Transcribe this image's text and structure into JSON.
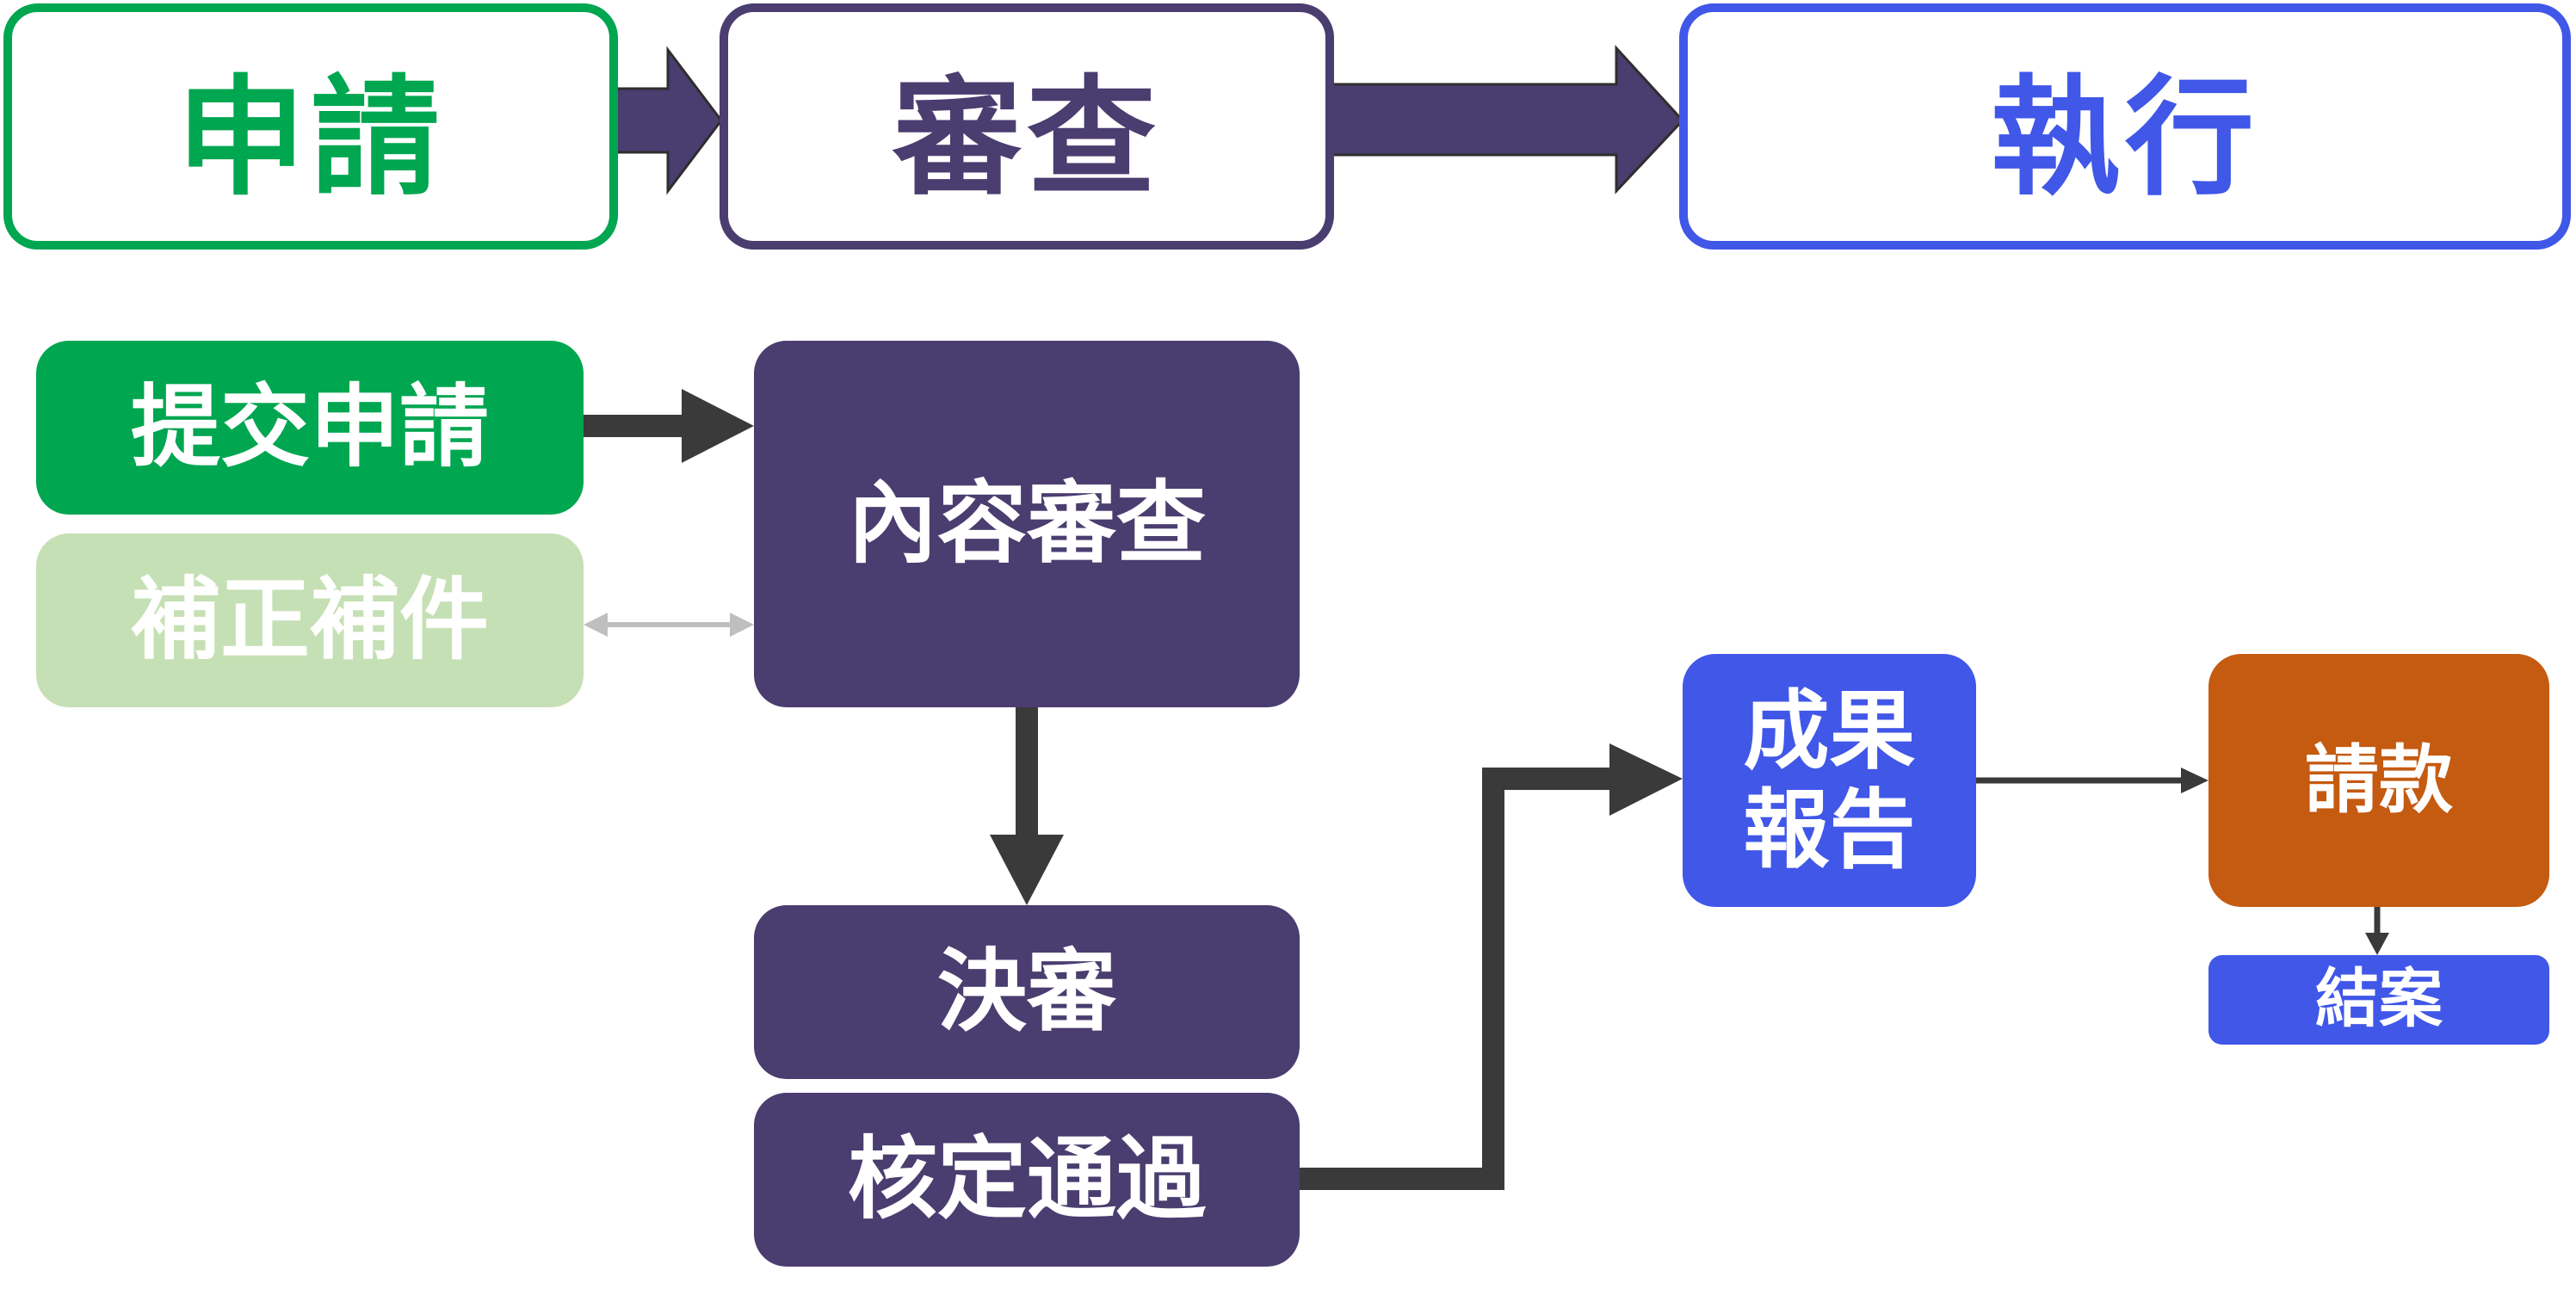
{
  "colors": {
    "green": "#00a650",
    "light_green": "#c5e0b4",
    "purple": "#4a3d6f",
    "blue": "#4057e8",
    "orange": "#c55a11",
    "arrow": "#3a3a3a",
    "light_arrow": "#bfbfbf"
  },
  "phases": {
    "apply": "申請",
    "review": "審查",
    "execute": "執行"
  },
  "steps": {
    "submit": "提交申請",
    "supplement": "補正補件",
    "content_review": "內容審查",
    "final_review": "決審",
    "approved": "核定通過",
    "report_line1": "成果",
    "report_line2": "報告",
    "payment": "請款",
    "close": "結案"
  }
}
